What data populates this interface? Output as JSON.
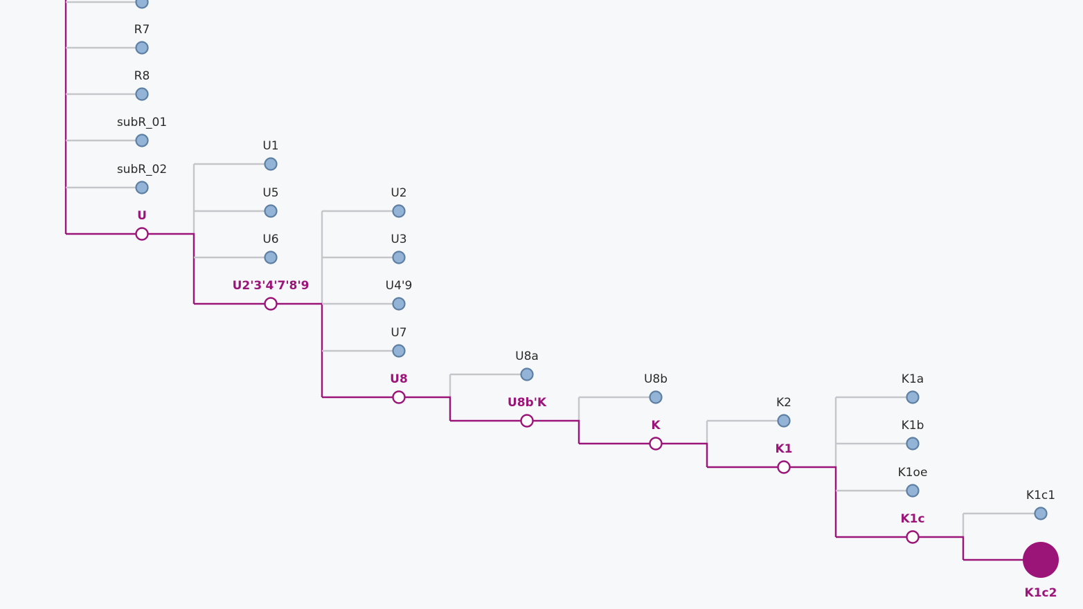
{
  "tree": {
    "nodes": [
      {
        "id": "R6",
        "label": "",
        "kind": "leaf"
      },
      {
        "id": "R7",
        "label": "R7",
        "kind": "leaf"
      },
      {
        "id": "R8",
        "label": "R8",
        "kind": "leaf"
      },
      {
        "id": "subR_01",
        "label": "subR_01",
        "kind": "leaf"
      },
      {
        "id": "subR_02",
        "label": "subR_02",
        "kind": "leaf"
      },
      {
        "id": "U",
        "label": "U",
        "kind": "path"
      },
      {
        "id": "U1",
        "label": "U1",
        "kind": "leaf"
      },
      {
        "id": "U5",
        "label": "U5",
        "kind": "leaf"
      },
      {
        "id": "U6",
        "label": "U6",
        "kind": "leaf"
      },
      {
        "id": "U2'3'4'7'8'9",
        "label": "U2'3'4'7'8'9",
        "kind": "path"
      },
      {
        "id": "U2",
        "label": "U2",
        "kind": "leaf"
      },
      {
        "id": "U3",
        "label": "U3",
        "kind": "leaf"
      },
      {
        "id": "U4'9",
        "label": "U4'9",
        "kind": "leaf"
      },
      {
        "id": "U7",
        "label": "U7",
        "kind": "leaf"
      },
      {
        "id": "U8",
        "label": "U8",
        "kind": "path"
      },
      {
        "id": "U8a",
        "label": "U8a",
        "kind": "leaf"
      },
      {
        "id": "U8b'K",
        "label": "U8b'K",
        "kind": "path"
      },
      {
        "id": "U8b",
        "label": "U8b",
        "kind": "leaf"
      },
      {
        "id": "K",
        "label": "K",
        "kind": "path"
      },
      {
        "id": "K2",
        "label": "K2",
        "kind": "leaf"
      },
      {
        "id": "K1",
        "label": "K1",
        "kind": "path"
      },
      {
        "id": "K1a",
        "label": "K1a",
        "kind": "leaf"
      },
      {
        "id": "K1b",
        "label": "K1b",
        "kind": "leaf"
      },
      {
        "id": "K1oe",
        "label": "K1oe",
        "kind": "leaf"
      },
      {
        "id": "K1c",
        "label": "K1c",
        "kind": "path"
      },
      {
        "id": "K1c1",
        "label": "K1c1",
        "kind": "leaf"
      },
      {
        "id": "K1c2",
        "label": "K1c2",
        "kind": "target"
      }
    ],
    "colors": {
      "path": "#9b1579",
      "branch": "#c4c6c9",
      "leaf_fill": "#93b4d6",
      "leaf_stroke": "#5d7fa3",
      "background": "#f7f8fa"
    }
  }
}
